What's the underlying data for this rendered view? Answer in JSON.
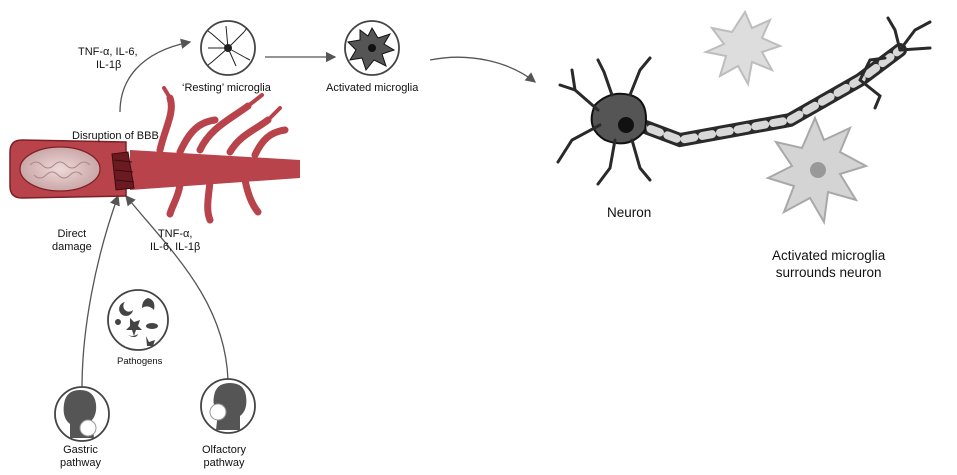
{
  "labels": {
    "cytokines_top_1": "TNF-α, IL-6,",
    "cytokines_top_2": "IL-1β",
    "resting_microglia": "‘Resting’ microglia",
    "activated_microglia": "Activated microglia",
    "disruption_bbb": "Disruption of BBB",
    "direct_damage_1": "Direct",
    "direct_damage_2": "damage",
    "cytokines_mid_1": "TNF-α,",
    "cytokines_mid_2": "IL-6, IL-1β",
    "pathogens": "Pathogens",
    "gastric_1": "Gastric",
    "gastric_2": "pathway",
    "olfactory_1": "Olfactory",
    "olfactory_2": "pathway",
    "neuron": "Neuron",
    "surrounds_1": "Activated microglia",
    "surrounds_2": "surrounds neuron"
  },
  "colors": {
    "vessel": "#b8434a",
    "vessel_dark": "#7d1f26",
    "arrow": "#555555",
    "circle_stroke": "#444444",
    "neuron_dark": "#2a2a2a",
    "microglia_faint": "#bdbdbd"
  },
  "icons": [
    "resting-microglia-icon",
    "activated-microglia-icon",
    "pathogens-icon",
    "gastric-head-icon",
    "olfactory-head-icon",
    "neuron-icon",
    "blood-vessel-icon"
  ]
}
